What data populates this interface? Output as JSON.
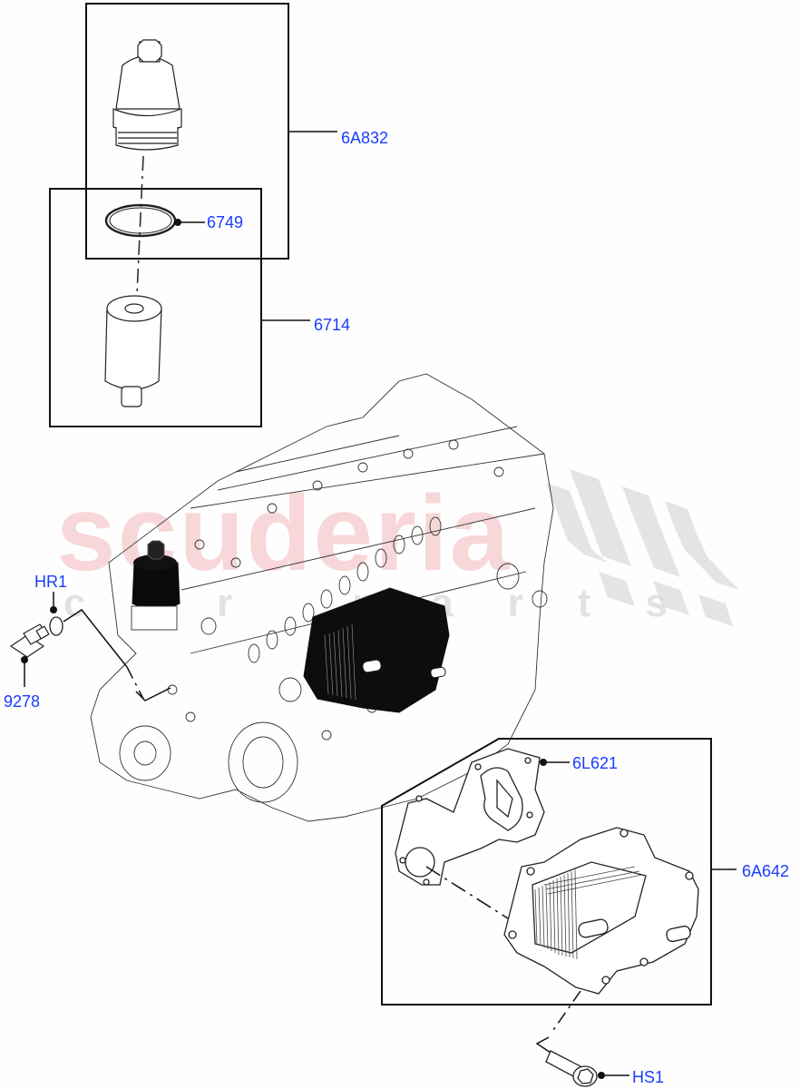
{
  "diagram": {
    "type": "exploded-parts-diagram",
    "subject": "engine oil filter housing and oil cooler assembly",
    "watermark": {
      "main": "scuderia",
      "sub": "car parts",
      "main_color": "#f3b8bc",
      "sub_color": "#d0d0d0"
    },
    "callout_color": "#1a3cff",
    "callouts": [
      {
        "id": "6A832",
        "label": "6A832",
        "part": "oil filter housing cap"
      },
      {
        "id": "6749",
        "label": "6749",
        "part": "o-ring seal"
      },
      {
        "id": "6714",
        "label": "6714",
        "part": "oil filter element"
      },
      {
        "id": "HR1",
        "label": "HR1",
        "part": "sensor washer"
      },
      {
        "id": "9278",
        "label": "9278",
        "part": "oil pressure switch"
      },
      {
        "id": "6L621",
        "label": "6L621",
        "part": "oil cooler gasket"
      },
      {
        "id": "6A642",
        "label": "6A642",
        "part": "oil cooler"
      },
      {
        "id": "HS1",
        "label": "HS1",
        "part": "bolt"
      }
    ]
  }
}
